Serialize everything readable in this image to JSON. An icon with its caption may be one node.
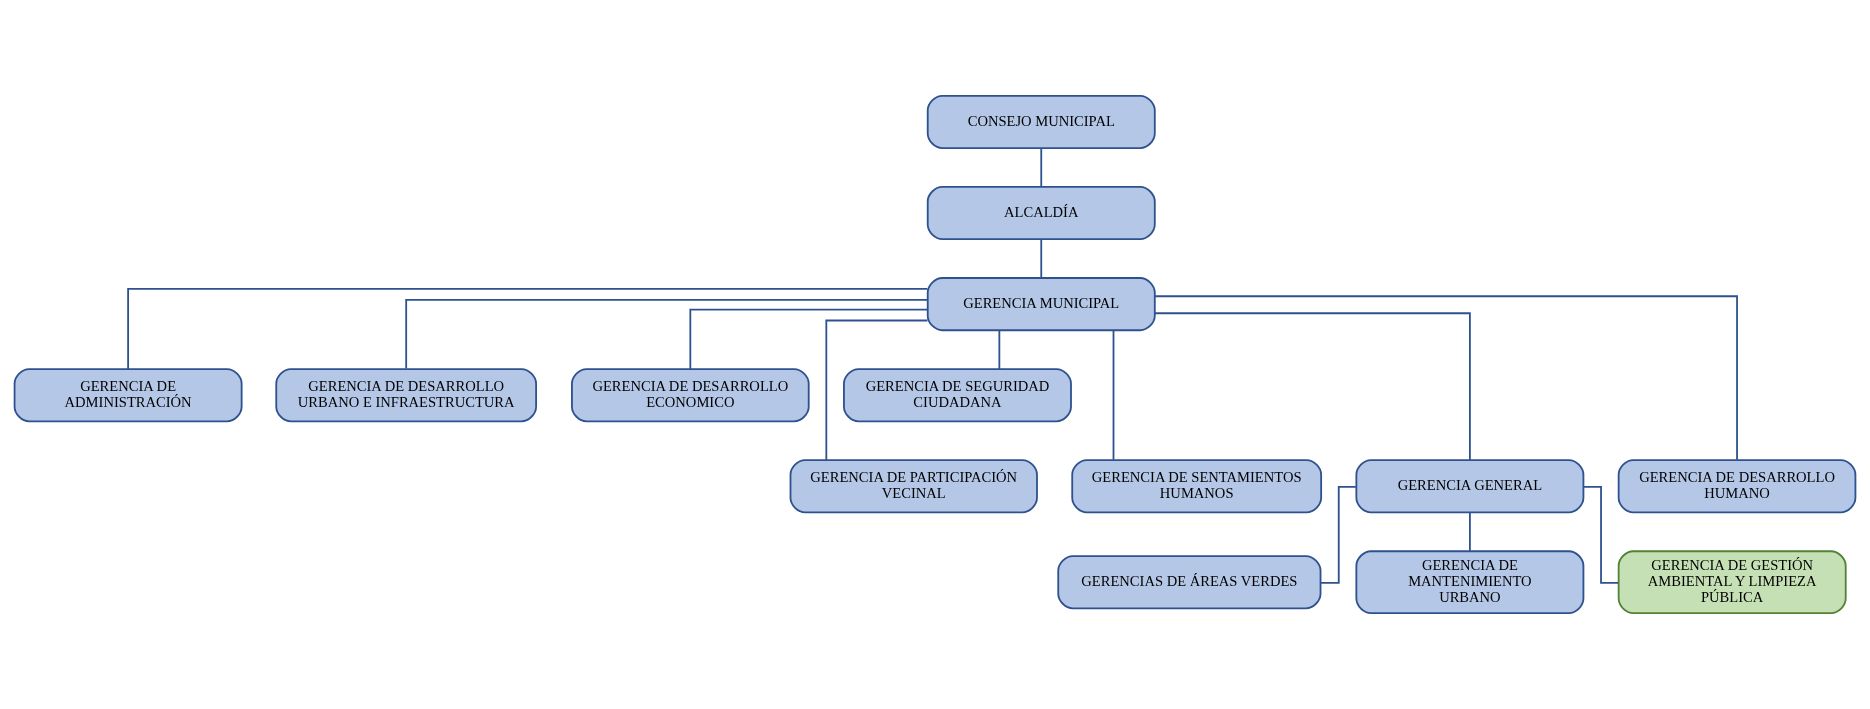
{
  "diagram": {
    "nodes": [
      {
        "text": [
          "CONSEJO MUNICIPAL"
        ]
      },
      {
        "text": [
          "ALCALDÍA"
        ]
      },
      {
        "text": [
          "GERENCIA MUNICIPAL"
        ]
      },
      {
        "text": [
          "GERENCIA DE ADMINISTRACIÓN"
        ]
      },
      {
        "text": [
          "GERENCIA DE DESARROLLO URBANO E INFRAESTRUCTURA"
        ]
      },
      {
        "text": [
          "GERENCIA DE DESARROLLO ECONOMICO"
        ]
      },
      {
        "text": [
          "GERENCIA DE SEGURIDAD CIUDADANA"
        ]
      },
      {
        "text": [
          "GERENCIA DE PARTICIPACIÓN VECINAL"
        ]
      },
      {
        "text": [
          "GERENCIA DE SENTAMIENTOS HUMANOS"
        ]
      },
      {
        "text": [
          "GERENCIA GENERAL"
        ]
      },
      {
        "text": [
          "GERENCIA DE DESARROLLO HUMANO"
        ]
      },
      {
        "text": [
          "GERENCIAS DE ÁREAS VERDES"
        ]
      },
      {
        "text": [
          "GERENCIA DE MANTENIMIENTO URBANO"
        ]
      },
      {
        "text": [
          "GERENCIA DE GESTIÓN AMBIENTAL Y LIMPIEZA PÚBLICA"
        ]
      }
    ],
    "edges": [
      {
        "from": 0,
        "to": 1,
        "arrow": "none"
      },
      {
        "from": 1,
        "to": 2,
        "arrow": "none"
      },
      {
        "from": 2,
        "to": 3,
        "arrow": "none"
      },
      {
        "from": 2,
        "to": 4,
        "arrow": "none"
      },
      {
        "from": 2,
        "to": 5,
        "arrow": "none"
      },
      {
        "from": 2,
        "to": 6,
        "arrow": "none"
      },
      {
        "from": 2,
        "to": 7,
        "arrow": "none"
      },
      {
        "from": 2,
        "to": 8,
        "arrow": "none"
      },
      {
        "from": 2,
        "to": 9,
        "arrow": "none"
      },
      {
        "from": 2,
        "to": 10,
        "arrow": "none"
      },
      {
        "from": 9,
        "to": 11,
        "arrow": "none"
      },
      {
        "from": 9,
        "to": 12,
        "arrow": "none"
      },
      {
        "from": 9,
        "to": 13,
        "arrow": "none"
      }
    ]
  }
}
